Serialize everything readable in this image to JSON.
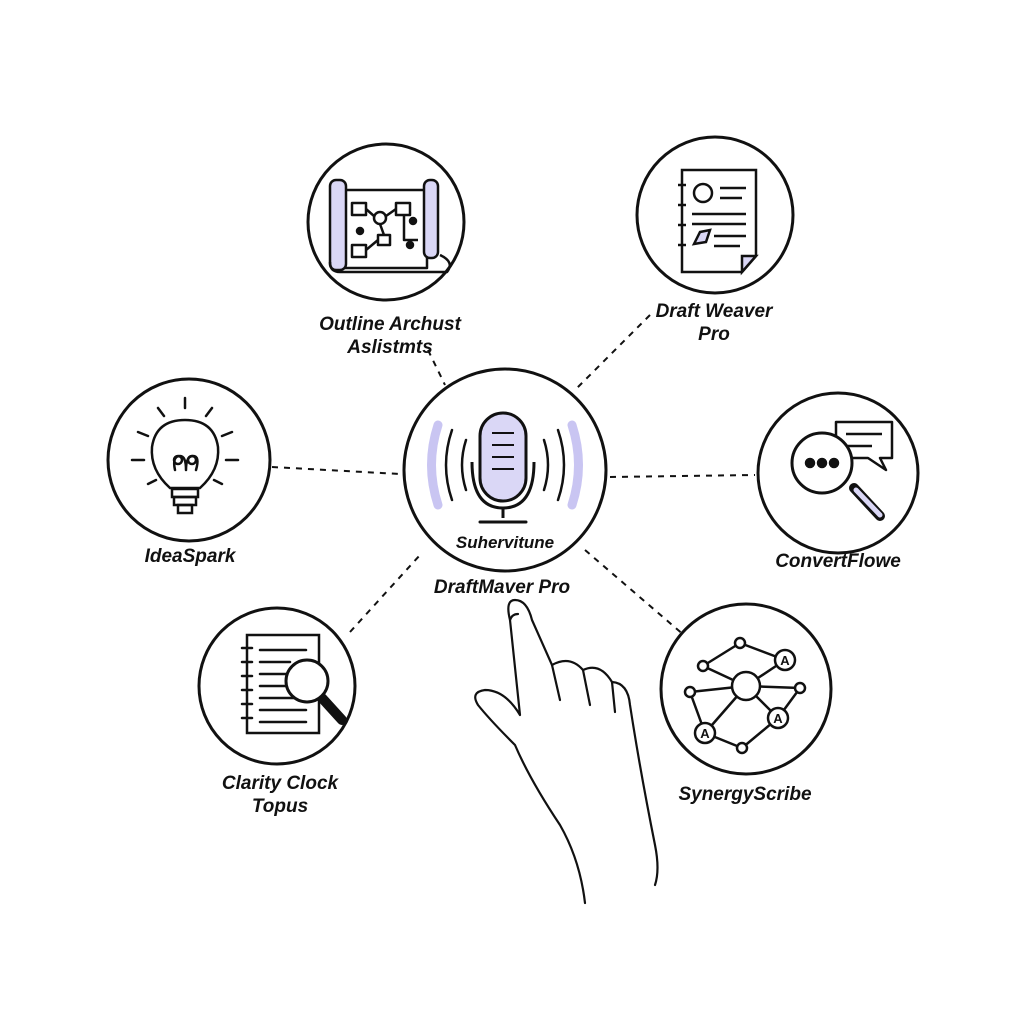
{
  "center": {
    "title": "Suhervitune",
    "subtitle": "DraftMaver Pro",
    "icon": "microphone-icon"
  },
  "nodes": [
    {
      "id": "outline",
      "lines": [
        "Outline Archust",
        "Aslistmts"
      ],
      "icon": "blueprint-map-icon"
    },
    {
      "id": "draftweaver",
      "lines": [
        "Draft Weaver",
        "Pro"
      ],
      "icon": "document-icon"
    },
    {
      "id": "ideaspark",
      "lines": [
        "IdeaSpark"
      ],
      "icon": "lightbulb-icon"
    },
    {
      "id": "convertflowe",
      "lines": [
        "ConvertFlowe"
      ],
      "icon": "magnifier-chat-icon"
    },
    {
      "id": "clarity",
      "lines": [
        "Clarity Clock",
        "Topus"
      ],
      "icon": "notebook-search-icon"
    },
    {
      "id": "synergy",
      "lines": [
        "SynergyScribe"
      ],
      "icon": "network-graph-icon"
    }
  ],
  "colors": {
    "stroke": "#111111",
    "accent": "#c9c5f2",
    "accent_dark": "#a9a2ea",
    "background": "#ffffff"
  },
  "hand_icon": "pointing-hand-icon"
}
